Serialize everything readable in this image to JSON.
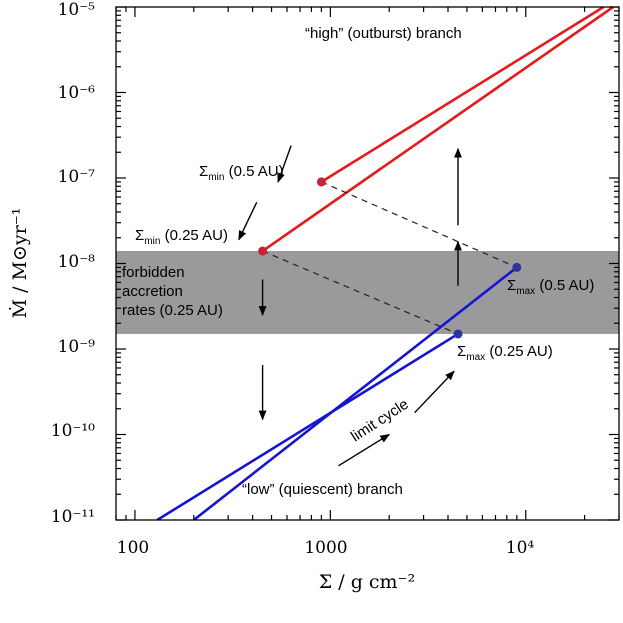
{
  "chart_data": {
    "type": "line",
    "xlabel": "Σ / g cm⁻²",
    "ylabel": "Ṁ / M⊙yr⁻¹",
    "x_scale": "log",
    "y_scale": "log",
    "xlim": [
      80,
      30000
    ],
    "ylim": [
      1e-11,
      1e-05
    ],
    "x_tick_labels": [
      "100",
      "1000",
      "10⁴"
    ],
    "y_tick_labels": [
      "10⁻¹¹",
      "10⁻¹⁰",
      "10⁻⁹",
      "10⁻⁸",
      "10⁻⁷",
      "10⁻⁶",
      "10⁻⁵"
    ],
    "forbidden_band": {
      "ymin": 1.5e-09,
      "ymax": 1.4e-08,
      "color": "#9a9a9c",
      "label_lines": [
        "forbidden",
        "accretion",
        "rates (0.25 AU)"
      ]
    },
    "branches": [
      {
        "name": "high_0.5",
        "color": "#e41a1c",
        "x": [
          900,
          25000
        ],
        "y": [
          9e-08,
          1e-05
        ]
      },
      {
        "name": "high_0.25",
        "color": "#e41a1c",
        "x": [
          450,
          28000
        ],
        "y": [
          1.4e-08,
          1e-05
        ]
      },
      {
        "name": "low_0.5",
        "color": "#1414d2",
        "x": [
          200,
          9000
        ],
        "y": [
          1e-11,
          9e-09
        ]
      },
      {
        "name": "low_0.25",
        "color": "#1414d2",
        "x": [
          130,
          4500
        ],
        "y": [
          1e-11,
          1.5e-09
        ]
      }
    ],
    "points": [
      {
        "x": 900,
        "y": 9e-08,
        "color": "#cc2233"
      },
      {
        "x": 450,
        "y": 1.4e-08,
        "color": "#cc2233"
      },
      {
        "x": 9000,
        "y": 9e-09,
        "color": "#333399"
      },
      {
        "x": 4500,
        "y": 1.5e-09,
        "color": "#333399"
      }
    ],
    "dashed_transitions": [
      {
        "x": [
          900,
          9000
        ],
        "y": [
          9e-08,
          9e-09
        ]
      },
      {
        "x": [
          450,
          4500
        ],
        "y": [
          1.4e-08,
          1.5e-09
        ]
      }
    ],
    "arrows": [
      {
        "x": [
          630,
          540
        ],
        "y": [
          2.4e-07,
          9e-08
        ]
      },
      {
        "x": [
          420,
          340
        ],
        "y": [
          5.2e-08,
          1.9e-08
        ]
      },
      {
        "x": [
          4500,
          4500
        ],
        "y": [
          2.8e-08,
          2.2e-07
        ]
      },
      {
        "x": [
          4500,
          4500
        ],
        "y": [
          5.5e-09,
          1.8e-08
        ]
      },
      {
        "x": [
          450,
          450
        ],
        "y": [
          6.5e-09,
          2.5e-09
        ]
      },
      {
        "x": [
          450,
          450
        ],
        "y": [
          6.5e-10,
          1.5e-10
        ]
      },
      {
        "x": [
          2700,
          4300
        ],
        "y": [
          1.8e-10,
          5.5e-10
        ]
      },
      {
        "x": [
          1100,
          2000
        ],
        "y": [
          4.3e-11,
          1e-10
        ]
      }
    ],
    "branch_labels": {
      "high": {
        "text": "“high” (outburst) branch",
        "color": "#d42a2a"
      },
      "low": {
        "text": "“low” (quiescent) branch",
        "color": "#3a3a90"
      },
      "cycle": "limit cycle"
    },
    "point_labels": {
      "sigma_min_05": {
        "base": "Σ",
        "sub": "min",
        "rest": " (0.5 AU)"
      },
      "sigma_min_025": {
        "base": "Σ",
        "sub": "min",
        "rest": " (0.25 AU)"
      },
      "sigma_max_05": {
        "base": "Σ",
        "sub": "max",
        "rest": " (0.5 AU)"
      },
      "sigma_max_025": {
        "base": "Σ",
        "sub": "max",
        "rest": " (0.25 AU)"
      }
    }
  }
}
